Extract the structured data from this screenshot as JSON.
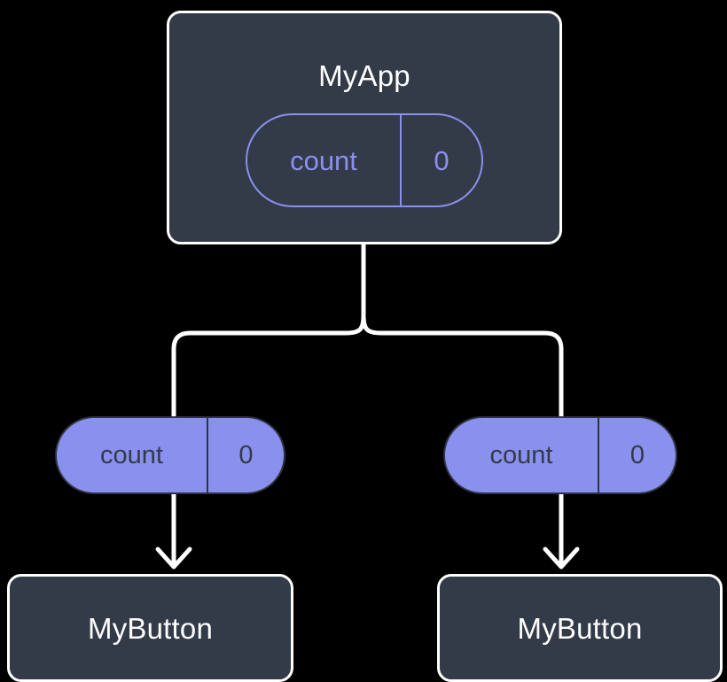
{
  "diagram": {
    "title_text": "MyApp",
    "type": "component-state-propagation-tree",
    "background_color": "#000000",
    "colors": {
      "node_fill": "#333a48",
      "node_border": "#ffffff",
      "node_text": "#ffffff",
      "accent_purple": "#8a90ee",
      "pill_text_dark": "#333a48",
      "connector": "#ffffff"
    }
  },
  "root": {
    "name": "MyApp",
    "state": {
      "key": "count",
      "value": "0"
    }
  },
  "branches": [
    {
      "side": "left",
      "prop": {
        "key": "count",
        "value": "0"
      },
      "child": {
        "name": "MyButton"
      }
    },
    {
      "side": "right",
      "prop": {
        "key": "count",
        "value": "0"
      },
      "child": {
        "name": "MyButton"
      }
    }
  ],
  "icons": {
    "arrow_down": "arrow-down-icon",
    "branch": "branch-connector-icon"
  }
}
